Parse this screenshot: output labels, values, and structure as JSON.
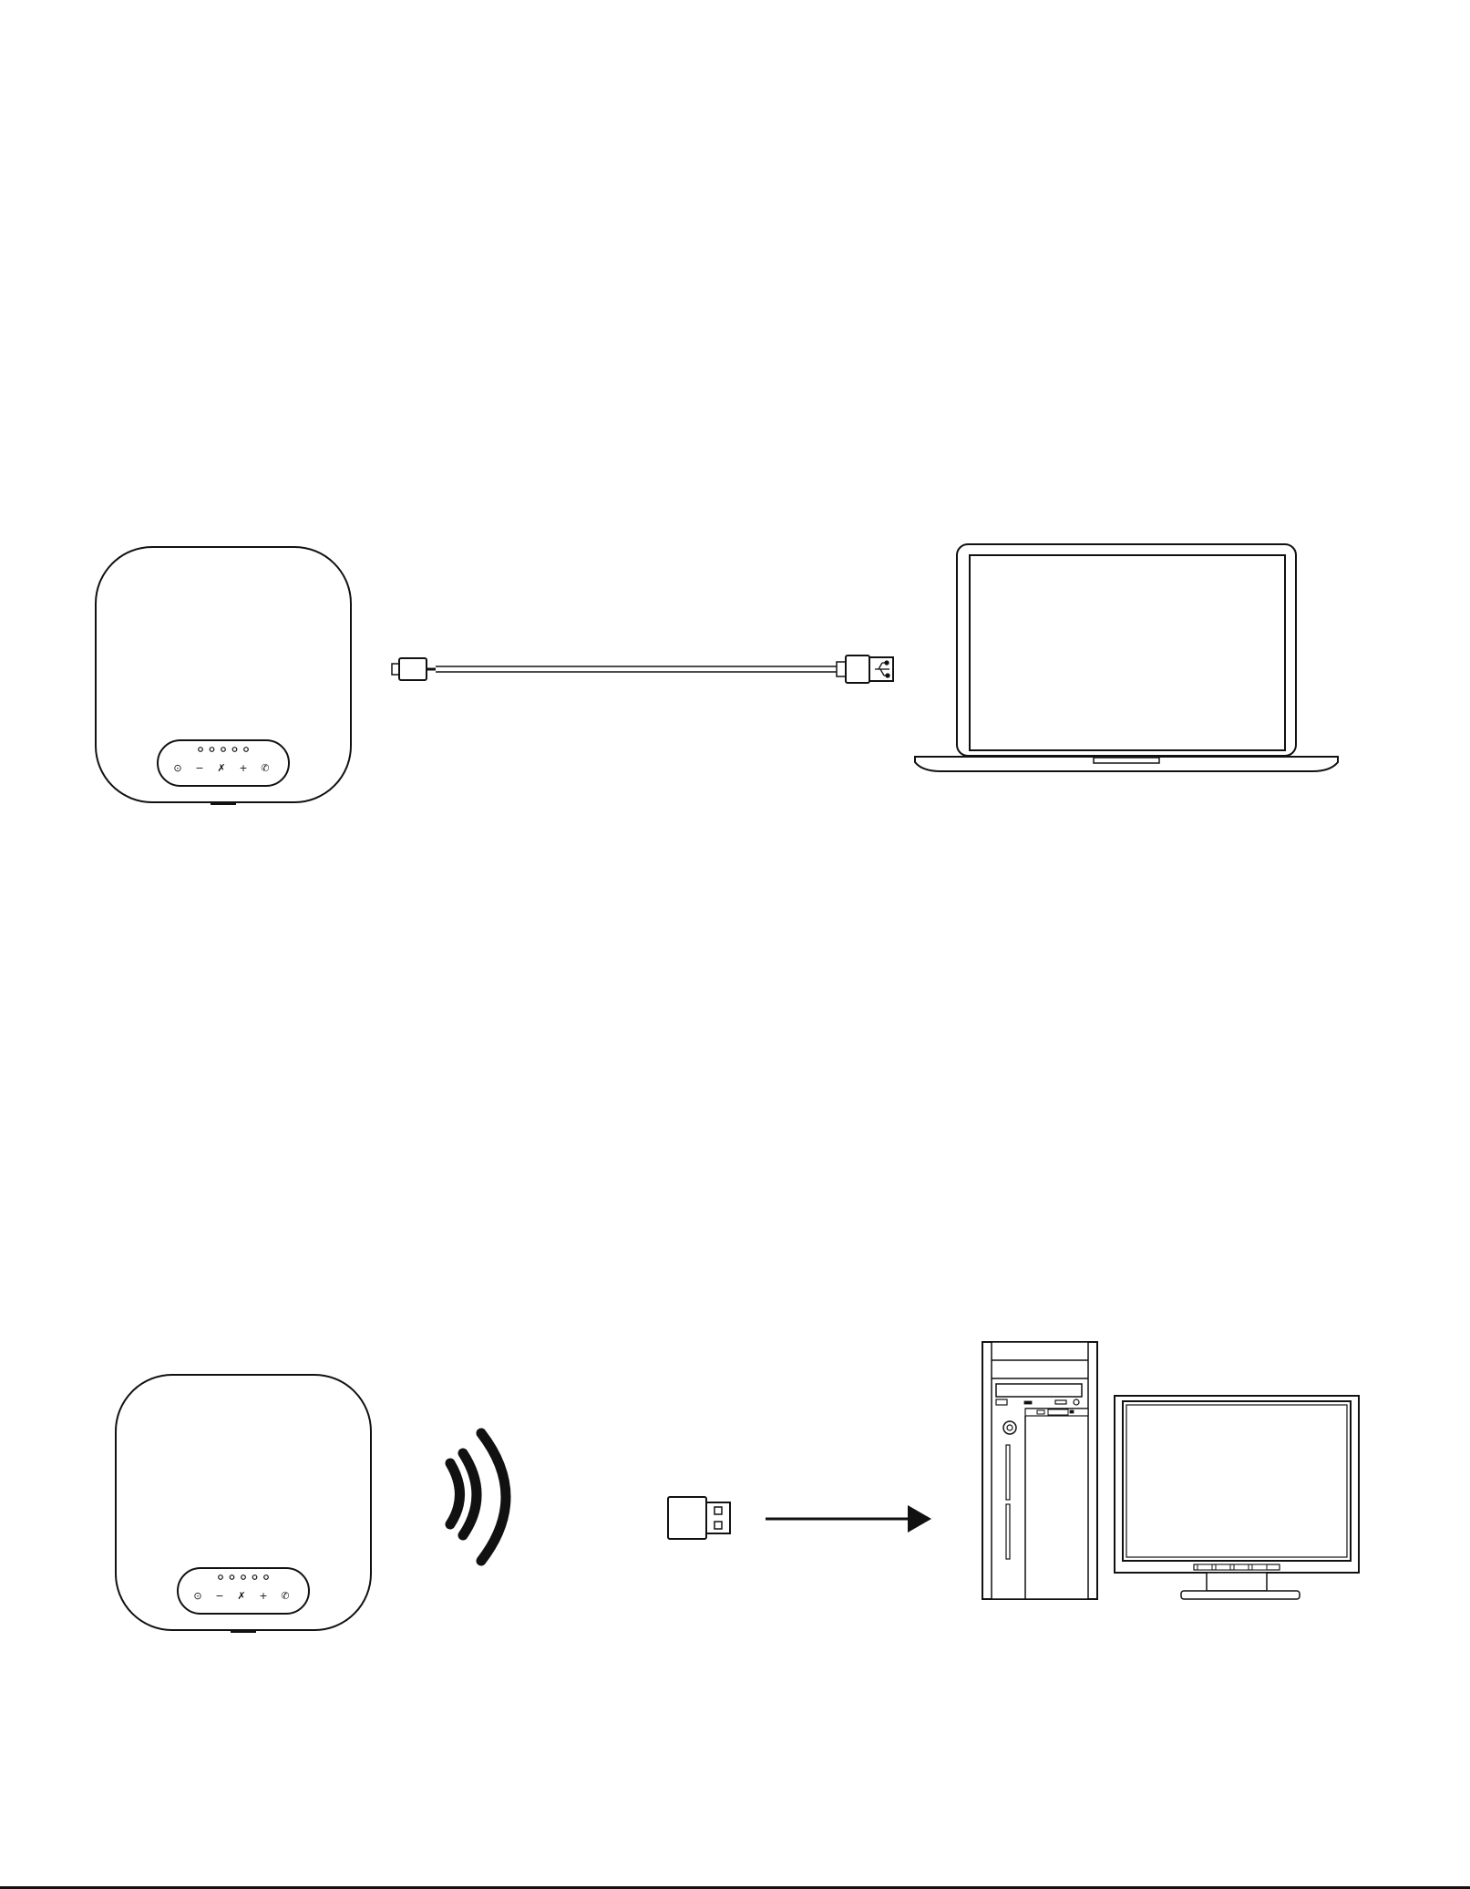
{
  "diagram": {
    "kind": "connection-instructions",
    "line_color": "#111111",
    "background": "#ffffff",
    "panels": [
      {
        "id": "wired",
        "connection": "usb-cable",
        "source": "speakerphone",
        "target": "laptop",
        "icons": [
          "speakerphone-icon",
          "usb-cable-icon",
          "laptop-icon"
        ]
      },
      {
        "id": "wireless",
        "connection": "usb-dongle",
        "source": "speakerphone",
        "target": "desktop-computer",
        "icons": [
          "speakerphone-icon",
          "wireless-signal-icon",
          "usb-dongle-icon",
          "arrow-right-icon",
          "pc-tower-icon",
          "monitor-icon"
        ]
      }
    ],
    "speakerphone_controls": {
      "indicator_leds": 5,
      "button_glyphs": [
        "⊙",
        "−",
        "✗",
        "+",
        "✆"
      ]
    }
  }
}
